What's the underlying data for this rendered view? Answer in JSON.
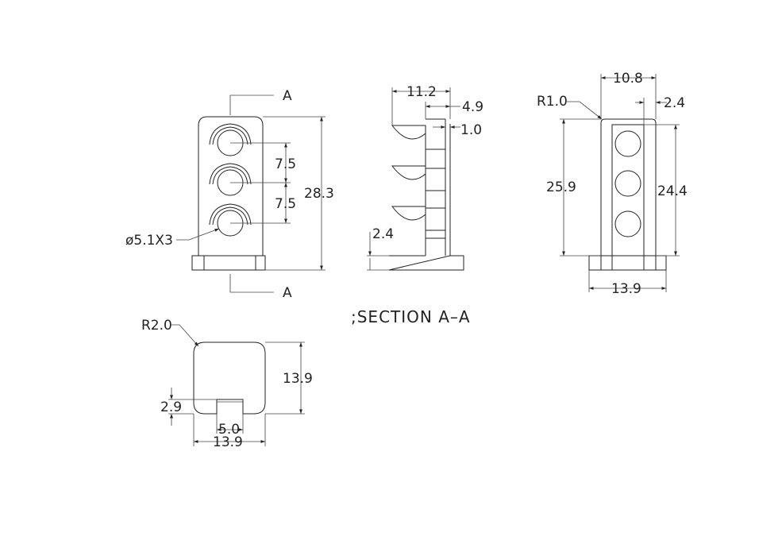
{
  "front_view": {
    "section_top": "A",
    "section_bottom": "A",
    "pitch_upper": "7.5",
    "pitch_lower": "7.5",
    "height_total": "28.3",
    "hole_callout": "ø5.1X3"
  },
  "side_view": {
    "depth_total": "11.2",
    "depth_back": "4.9",
    "wall": "1.0",
    "base_height": "2.4"
  },
  "section_label": ";SECTION A–A",
  "back_view": {
    "corner_radius": "R1.0",
    "inner_width": "10.8",
    "edge": "2.4",
    "height_outer": "25.9",
    "height_inner": "24.4",
    "base_width": "13.9"
  },
  "bottom_view": {
    "corner_radius": "R2.0",
    "height": "13.9",
    "slot_depth": "2.9",
    "slot_width": "5.0",
    "width": "13.9"
  }
}
